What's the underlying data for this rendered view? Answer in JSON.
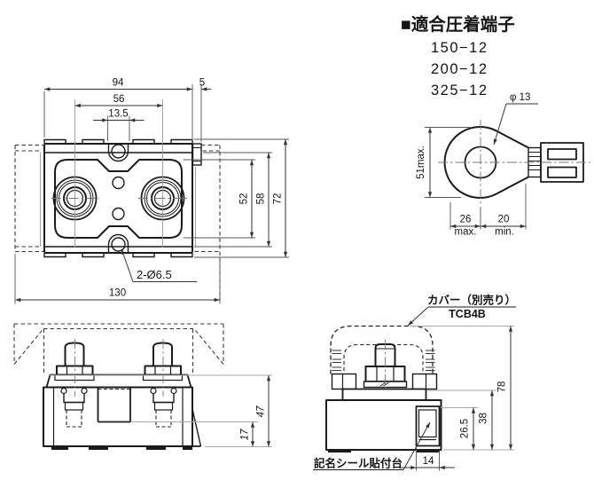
{
  "title": "■適合圧着端子",
  "crimp_sizes": {
    "s1": "150−12",
    "s2": "200−12",
    "s3": "325−12"
  },
  "top_view": {
    "width": "94",
    "tab_width": "5",
    "pitch": "56",
    "slot_width": "13.5",
    "inner_height": "52",
    "band_height": "58",
    "height": "72",
    "overall_width": "130",
    "hole_note": "2-Ø6.5"
  },
  "ring_terminal": {
    "hole_dia": "φ 13",
    "height": "51max.",
    "back_len": "26",
    "back_unit": "max.",
    "fwd_len": "20",
    "fwd_unit": "min."
  },
  "front_view": {
    "height": "47",
    "notch_height": "17"
  },
  "side_view": {
    "cover_label": "カバー（別売り）",
    "cover_model": "TCB4B",
    "nameplate_label": "記名シール貼付台",
    "height": "78",
    "body_height": "38",
    "plate_height": "26.5",
    "plate_width": "14"
  }
}
